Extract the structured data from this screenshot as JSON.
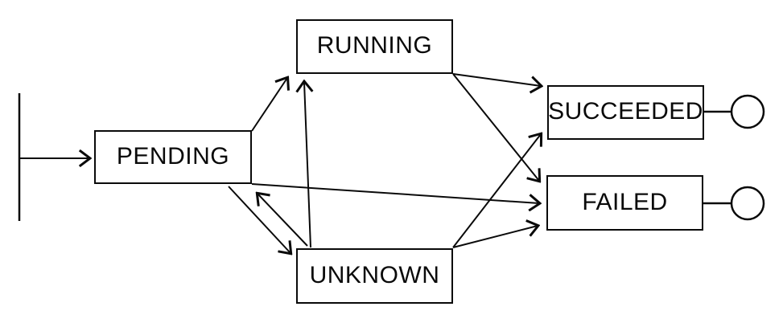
{
  "diagram": {
    "type": "state-machine",
    "nodes": {
      "pending": {
        "label": "PENDING"
      },
      "running": {
        "label": "RUNNING"
      },
      "unknown": {
        "label": "UNKNOWN"
      },
      "succeeded": {
        "label": "SUCCEEDED"
      },
      "failed": {
        "label": "FAILED"
      }
    },
    "edges": [
      {
        "from": "start",
        "to": "pending"
      },
      {
        "from": "pending",
        "to": "running"
      },
      {
        "from": "pending",
        "to": "unknown"
      },
      {
        "from": "pending",
        "to": "failed"
      },
      {
        "from": "unknown",
        "to": "pending"
      },
      {
        "from": "unknown",
        "to": "running"
      },
      {
        "from": "unknown",
        "to": "succeeded"
      },
      {
        "from": "unknown",
        "to": "failed"
      },
      {
        "from": "running",
        "to": "succeeded"
      },
      {
        "from": "running",
        "to": "failed"
      },
      {
        "from": "succeeded",
        "to": "end"
      },
      {
        "from": "failed",
        "to": "end"
      }
    ],
    "colors": {
      "stroke": "#0a0a0a",
      "background": "#ffffff"
    }
  }
}
